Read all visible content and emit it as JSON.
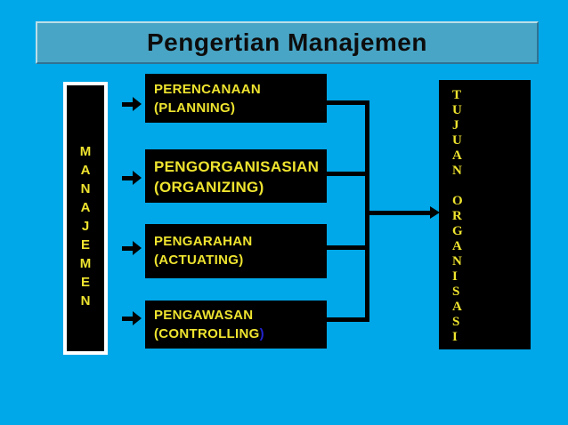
{
  "slide": {
    "title": "Pengertian Manajemen"
  },
  "left_box": {
    "word": "MANAJEMEN",
    "letters": [
      "M",
      "A",
      "N",
      "A",
      "J",
      "E",
      "M",
      "E",
      "N"
    ]
  },
  "process_boxes": [
    {
      "name": "PERENCANAAN",
      "alias": "(PLANNING)"
    },
    {
      "name": "PENGORGANISASIAN",
      "alias": "(ORGANIZING)"
    },
    {
      "name": "PENGARAHAN",
      "alias": "(ACTUATING)"
    },
    {
      "name": "PENGAWASAN",
      "alias": "(CONTROLLING",
      "alias_suffix": ")"
    }
  ],
  "right_box": {
    "words": [
      "TUJUAN",
      "ORGANISASI"
    ],
    "letters": [
      "T",
      "U",
      "J",
      "U",
      "A",
      "N",
      "",
      "O",
      "R",
      "G",
      "A",
      "N",
      "I",
      "S",
      "A",
      "S",
      "I"
    ]
  },
  "colors": {
    "background": "#00A8E9",
    "title_fill": "#49A5C5",
    "title_border_light": "#BCDEE8",
    "title_border_dark": "#2F7293",
    "title_text": "#0D0D0D",
    "box_fill": "#000000",
    "text_yellow": "#EFE42F",
    "left_box_border": "#FFFFFF",
    "controlling_paren_blue": "#2323CF",
    "connector_black": "#000000"
  }
}
